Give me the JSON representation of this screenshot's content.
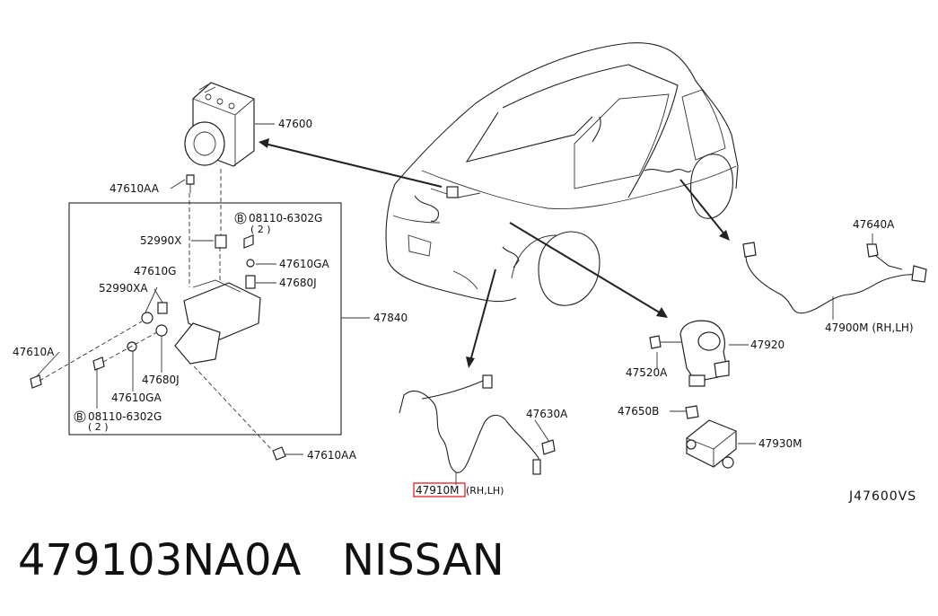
{
  "diagram_code": "J47600VS",
  "part_title": "479103NA0A   NISSAN",
  "highlighted_part": "47910M",
  "highlight_color": "#e21f1f",
  "labels": {
    "p47600": "47600",
    "p47610AA_top": "47610AA",
    "p08110_top": "08110-6302G",
    "p08110_top_qty": "( 2 )",
    "p52990X": "52990X",
    "p47610GA_top": "47610GA",
    "p47610G": "47610G",
    "p47680J_top": "47680J",
    "p52990XA": "52990XA",
    "p47840": "47840",
    "p47610A": "47610A",
    "p47680J_bottom": "47680J",
    "p47610GA_bottom": "47610GA",
    "p08110_bottom": "08110-6302G",
    "p08110_bottom_qty": "( 2 )",
    "p47610AA_bottom": "47610AA",
    "p47910M": "47910M",
    "p47910M_suffix": "(RH,LH)",
    "p47630A": "47630A",
    "p47640A": "47640A",
    "p47900M": "47900M (RH,LH)",
    "p47920": "47920",
    "p47520A": "47520A",
    "p47650B": "47650B",
    "p47930M": "47930M",
    "bolt_marker": "B"
  }
}
